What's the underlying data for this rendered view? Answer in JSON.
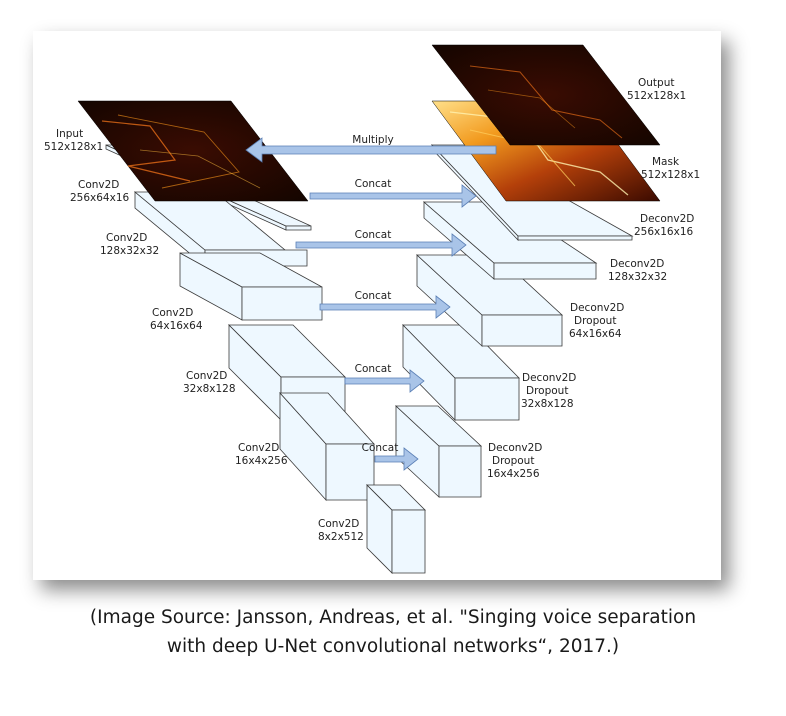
{
  "caption": {
    "line1": "(Image Source: Jansson, Andreas, et al. \"Singing voice separation",
    "line2": "with deep U-Net convolutional networks“, 2017.)"
  },
  "encoder": [
    {
      "name": "Input",
      "dims": "512x128x1"
    },
    {
      "name": "Conv2D",
      "dims": "256x64x16"
    },
    {
      "name": "Conv2D",
      "dims": "128x32x32"
    },
    {
      "name": "Conv2D",
      "dims": "64x16x64"
    },
    {
      "name": "Conv2D",
      "dims": "32x8x128"
    },
    {
      "name": "Conv2D",
      "dims": "16x4x256"
    },
    {
      "name": "Conv2D",
      "dims": "8x2x512"
    }
  ],
  "decoder": [
    {
      "name": "Output",
      "dims": "512x128x1"
    },
    {
      "name": "Mask",
      "dims": "512x128x1"
    },
    {
      "name": "Deconv2D",
      "dims": "256x16x16"
    },
    {
      "name": "Deconv2D",
      "dims": "128x32x32"
    },
    {
      "name": "Deconv2D",
      "dropout": "Dropout",
      "dims": "64x16x64"
    },
    {
      "name": "Deconv2D",
      "dropout": "Dropout",
      "dims": "32x8x128"
    },
    {
      "name": "Deconv2D",
      "dropout": "Dropout",
      "dims": "16x4x256"
    }
  ],
  "connections": [
    "Multiply",
    "Concat",
    "Concat",
    "Concat",
    "Concat",
    "Concat"
  ],
  "colors": {
    "block_fill": "#eef8ff",
    "block_stroke": "#3a3a3a",
    "arrow_fill": "#a9c4e8",
    "arrow_stroke": "#5a7fb5",
    "spectrogram_dark": "#140500",
    "spectrogram_hot": "#ff9a1a"
  }
}
